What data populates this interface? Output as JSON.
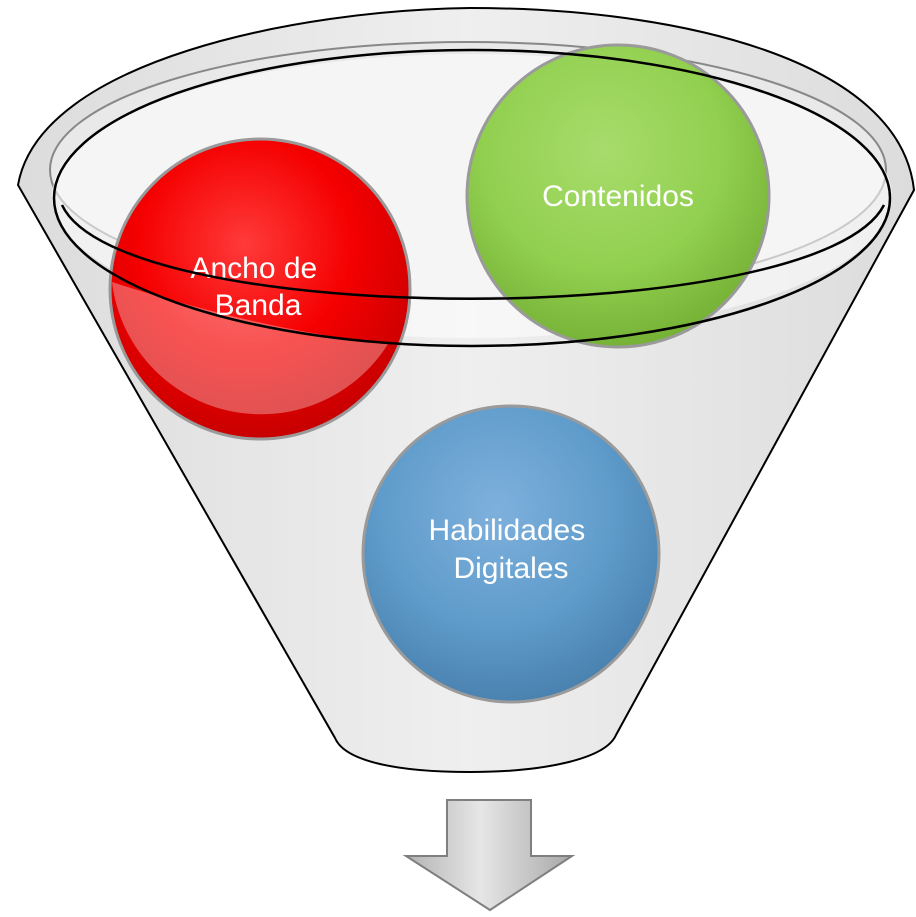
{
  "diagram": {
    "nodes": [
      {
        "id": "ancho",
        "lines": [
          "Ancho de",
          "Banda"
        ],
        "color": "#ff0000"
      },
      {
        "id": "contenidos",
        "lines": [
          "Contenidos"
        ],
        "color": "#92d050"
      },
      {
        "id": "habilidades",
        "lines": [
          "Habilidades",
          "Digitales"
        ],
        "color": "#5b9bd5"
      }
    ],
    "funnel_color": "#d9d9d9",
    "arrow_color": "#bfbfbf",
    "outline_color": "#000000"
  }
}
